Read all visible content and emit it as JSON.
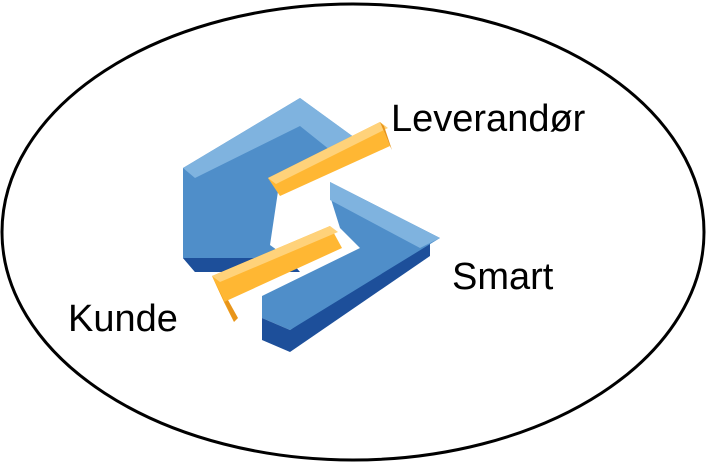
{
  "labels": {
    "leverandor": "Leverandør",
    "smart": "Smart",
    "kunde": "Kunde"
  },
  "logo": {
    "icon": "s-connector-logo-icon",
    "colors": {
      "blue_light": "#7fb3df",
      "blue_mid": "#4f8ec9",
      "blue_dark": "#1d4f9a",
      "orange_light": "#ffc24a",
      "orange_dark": "#e8951a"
    }
  },
  "ellipse": {
    "stroke": "#000000",
    "fill": "#ffffff"
  }
}
